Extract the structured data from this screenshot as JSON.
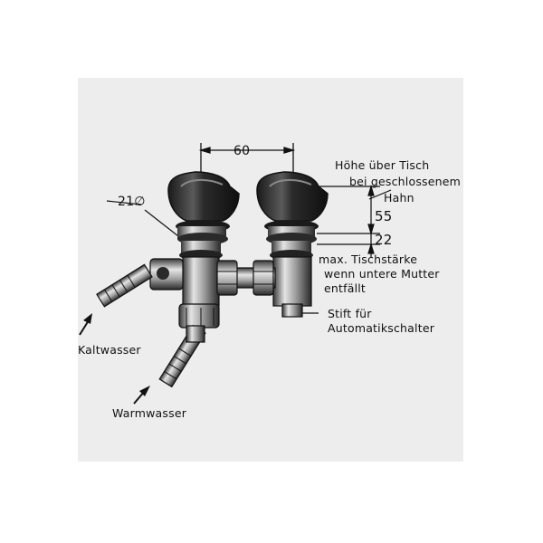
{
  "labels": {
    "dim_width": "60",
    "dim_diameter": "21∅",
    "hoehe_line1": "Höhe über Tisch",
    "hoehe_line2": "bei geschlossenem",
    "hoehe_line3": "Hahn",
    "dim_height": "55",
    "dim_table": "22",
    "tisch_line1": "max. Tischstärke",
    "tisch_line2": "wenn untere Mutter",
    "tisch_line3": "entfällt",
    "stift_line1": "Stift für",
    "stift_line2": "Automatikschalter",
    "kaltwasser": "Kaltwasser",
    "warmwasser": "Warmwasser"
  },
  "colors": {
    "background": "#ededed",
    "ink": "#111111",
    "metal_light": "#d8d8d8",
    "metal_dark": "#2a2a2a"
  }
}
